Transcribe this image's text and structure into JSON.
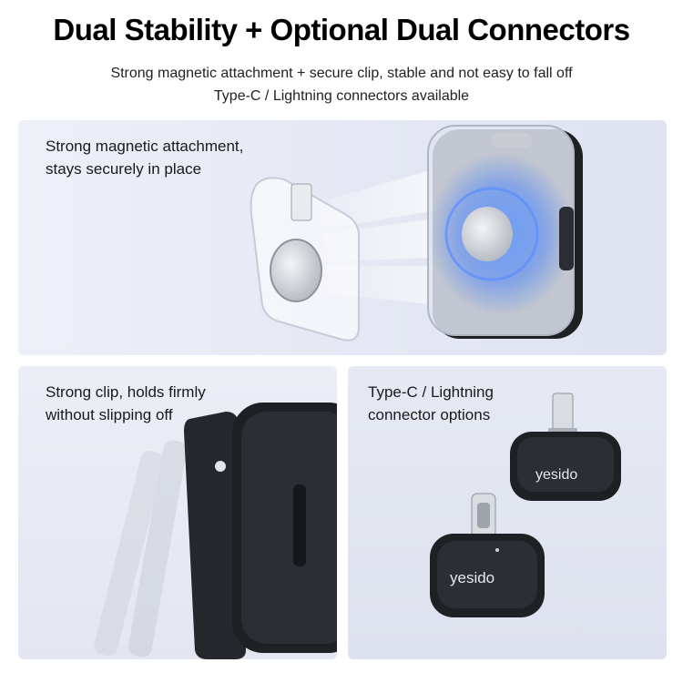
{
  "header": {
    "title": "Dual Stability + Optional Dual Connectors",
    "subtitle_line1": "Strong magnetic attachment + secure clip, stable and not easy to fall off",
    "subtitle_line2": "Type-C / Lightning connectors available"
  },
  "panels": {
    "magnetic": {
      "caption_line1": "Strong magnetic attachment,",
      "caption_line2": "stays securely in place"
    },
    "clip": {
      "caption_line1": "Strong clip, holds firmly",
      "caption_line2": "without slipping off"
    },
    "connectors": {
      "caption_line1": "Type-C / Lightning",
      "caption_line2": "connector options",
      "brand_top": "yesido",
      "brand_bottom": "yesido"
    }
  },
  "colors": {
    "panel_bg": "#e6e9f4",
    "device_dark": "#1e2024",
    "glow_blue": "#3a7bff"
  }
}
